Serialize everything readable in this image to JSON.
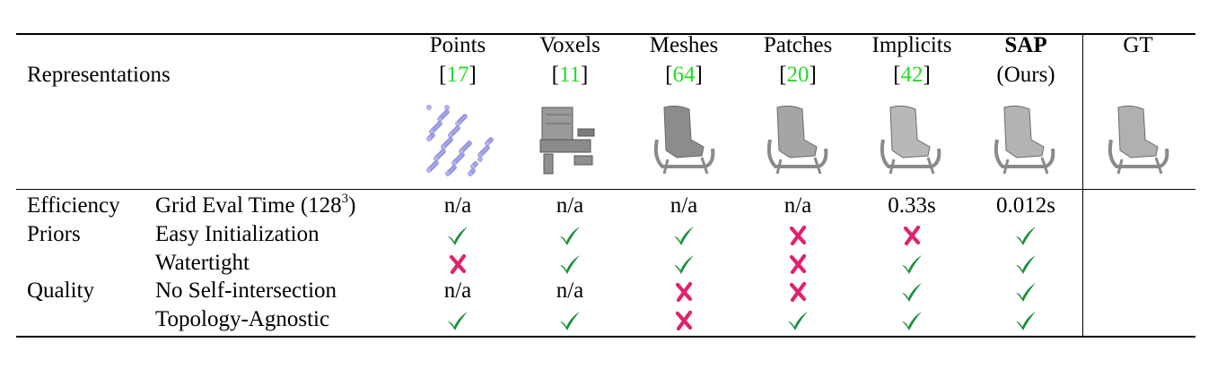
{
  "header": {
    "row_label": "Representations",
    "methods": [
      {
        "name": "Points",
        "ref_open": "[",
        "ref": "17",
        "ref_close": "]"
      },
      {
        "name": "Voxels",
        "ref_open": "[",
        "ref": "11",
        "ref_close": "]"
      },
      {
        "name": "Meshes",
        "ref_open": "[",
        "ref": "64",
        "ref_close": "]"
      },
      {
        "name": "Patches",
        "ref_open": "[",
        "ref": "20",
        "ref_close": "]"
      },
      {
        "name": "Implicits",
        "ref_open": "[",
        "ref": "42",
        "ref_close": "]"
      },
      {
        "name": "SAP",
        "sub": "(Ours)"
      }
    ],
    "gt": "GT"
  },
  "thumbnails": [
    {
      "label": "points",
      "color": "#b3b3f0"
    },
    {
      "label": "voxels",
      "color": "#9a9a9a"
    },
    {
      "label": "meshes",
      "color": "#8c8c8c"
    },
    {
      "label": "patches",
      "color": "#a5a5a5"
    },
    {
      "label": "implicits",
      "color": "#b8b8b8"
    },
    {
      "label": "sap",
      "color": "#b3b3b3"
    },
    {
      "label": "gt",
      "color": "#b0b0b0"
    }
  ],
  "rows": [
    {
      "group": "Efficiency",
      "criterion": "Grid Eval Time (128",
      "criterion_sup": "3",
      "criterion_end": ")",
      "cells": [
        "n/a",
        "n/a",
        "n/a",
        "n/a",
        "0.33s",
        "0.012s"
      ]
    },
    {
      "group": "Priors",
      "criterion": "Easy Initialization",
      "cells": [
        "check",
        "check",
        "check",
        "cross",
        "cross",
        "check"
      ]
    },
    {
      "group": "",
      "criterion": "Watertight",
      "cells": [
        "cross",
        "check",
        "check",
        "cross",
        "check",
        "check"
      ]
    },
    {
      "group": "Quality",
      "criterion": "No Self-intersection",
      "cells": [
        "n/a",
        "n/a",
        "cross",
        "cross",
        "check",
        "check"
      ]
    },
    {
      "group": "",
      "criterion": "Topology-Agnostic",
      "cells": [
        "check",
        "check",
        "cross",
        "check",
        "check",
        "check"
      ]
    }
  ],
  "colors": {
    "check": "#1a8f3c",
    "cross": "#e0226e",
    "citation": "#22dd22"
  }
}
